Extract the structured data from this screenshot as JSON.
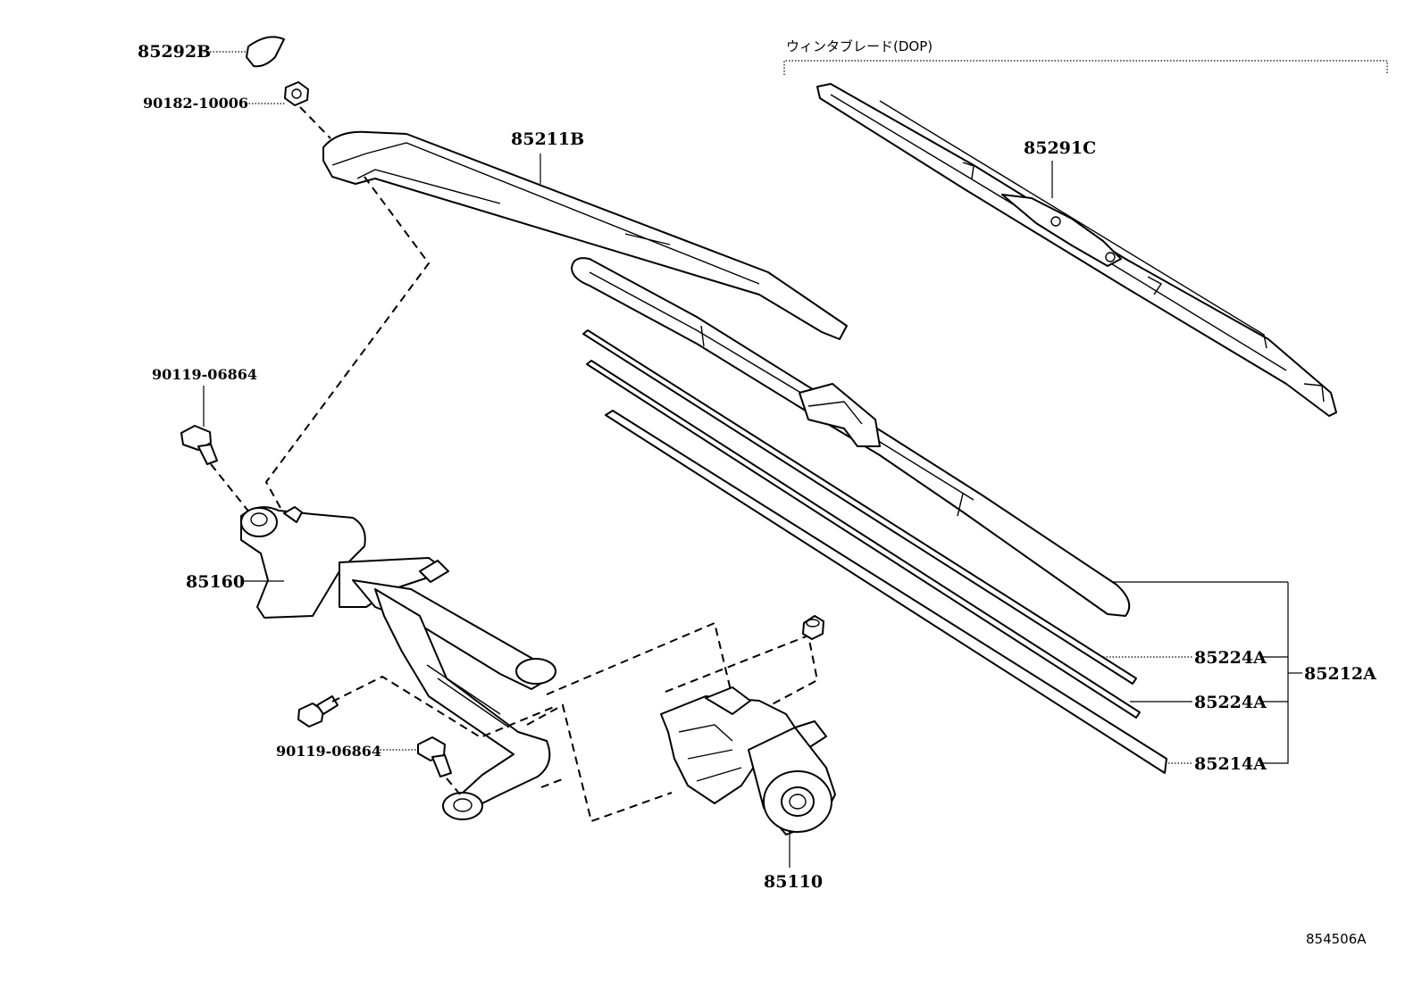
{
  "labels": {
    "cap": "85292B",
    "nut": "90182-10006",
    "arm": "85211B",
    "bolt_top": "90119-06864",
    "linkage": "85160",
    "bolt_bottom": "90119-06864",
    "motor": "85110",
    "option_blade": "85291C",
    "rubber_1": "85224A",
    "rubber_2": "85224A",
    "refill": "85214A",
    "blade_assy": "85212A"
  },
  "option_caption": "ウィンタブレード(DOP)",
  "catalog_number": "854506A"
}
